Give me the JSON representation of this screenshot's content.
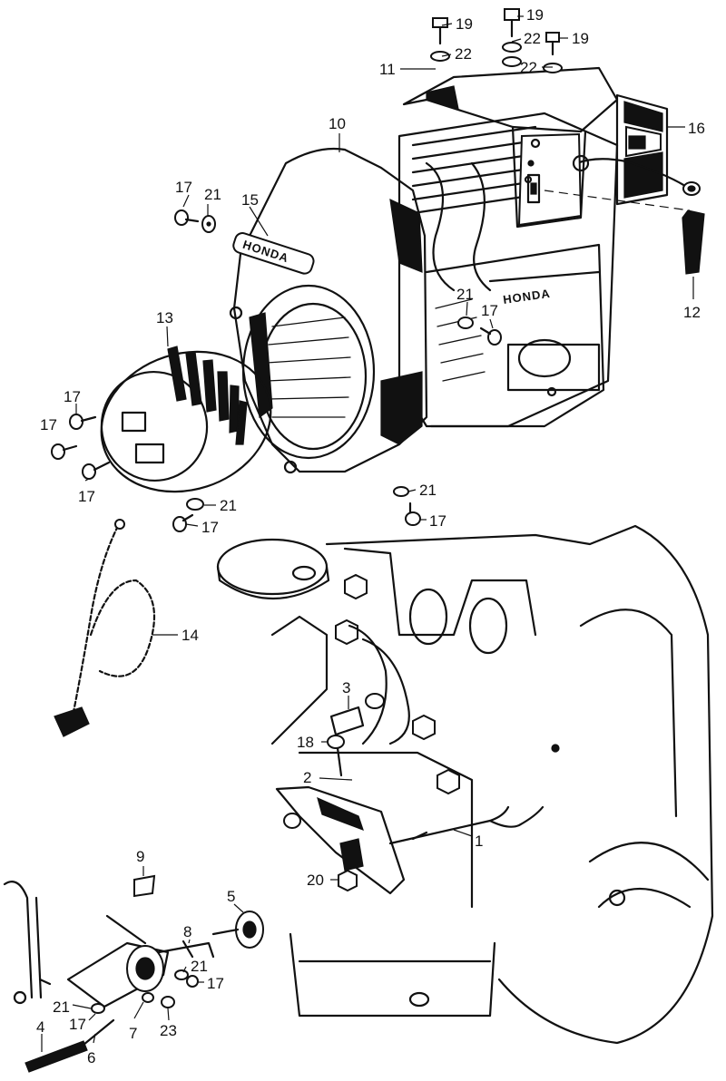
{
  "callouts": [
    {
      "id": "c1",
      "text": "1"
    },
    {
      "id": "c2",
      "text": "2"
    },
    {
      "id": "c3",
      "text": "3"
    },
    {
      "id": "c4",
      "text": "4"
    },
    {
      "id": "c5",
      "text": "5"
    },
    {
      "id": "c6",
      "text": "6"
    },
    {
      "id": "c7",
      "text": "7"
    },
    {
      "id": "c8",
      "text": "8"
    },
    {
      "id": "c9",
      "text": "9"
    },
    {
      "id": "c10",
      "text": "10"
    },
    {
      "id": "c11",
      "text": "11"
    },
    {
      "id": "c12",
      "text": "12"
    },
    {
      "id": "c13",
      "text": "13"
    },
    {
      "id": "c14",
      "text": "14"
    },
    {
      "id": "c15",
      "text": "15"
    },
    {
      "id": "c16",
      "text": "16"
    },
    {
      "id": "c17a",
      "text": "17"
    },
    {
      "id": "c17b",
      "text": "17"
    },
    {
      "id": "c17c",
      "text": "17"
    },
    {
      "id": "c17d",
      "text": "17"
    },
    {
      "id": "c17e",
      "text": "17"
    },
    {
      "id": "c17f",
      "text": "17"
    },
    {
      "id": "c17g",
      "text": "17"
    },
    {
      "id": "c17h",
      "text": "17"
    },
    {
      "id": "c17i",
      "text": "17"
    },
    {
      "id": "c18",
      "text": "18"
    },
    {
      "id": "c19a",
      "text": "19"
    },
    {
      "id": "c19b",
      "text": "19"
    },
    {
      "id": "c19c",
      "text": "19"
    },
    {
      "id": "c20",
      "text": "20"
    },
    {
      "id": "c21a",
      "text": "21"
    },
    {
      "id": "c21b",
      "text": "21"
    },
    {
      "id": "c21c",
      "text": "21"
    },
    {
      "id": "c21d",
      "text": "21"
    },
    {
      "id": "c21e",
      "text": "21"
    },
    {
      "id": "c21f",
      "text": "21"
    },
    {
      "id": "c22a",
      "text": "22"
    },
    {
      "id": "c22b",
      "text": "22"
    },
    {
      "id": "c22c",
      "text": "22"
    },
    {
      "id": "c23",
      "text": "23"
    }
  ],
  "emblems": {
    "fan_cover_badge": "HONDA",
    "crankcase_lettering": "HONDA"
  }
}
